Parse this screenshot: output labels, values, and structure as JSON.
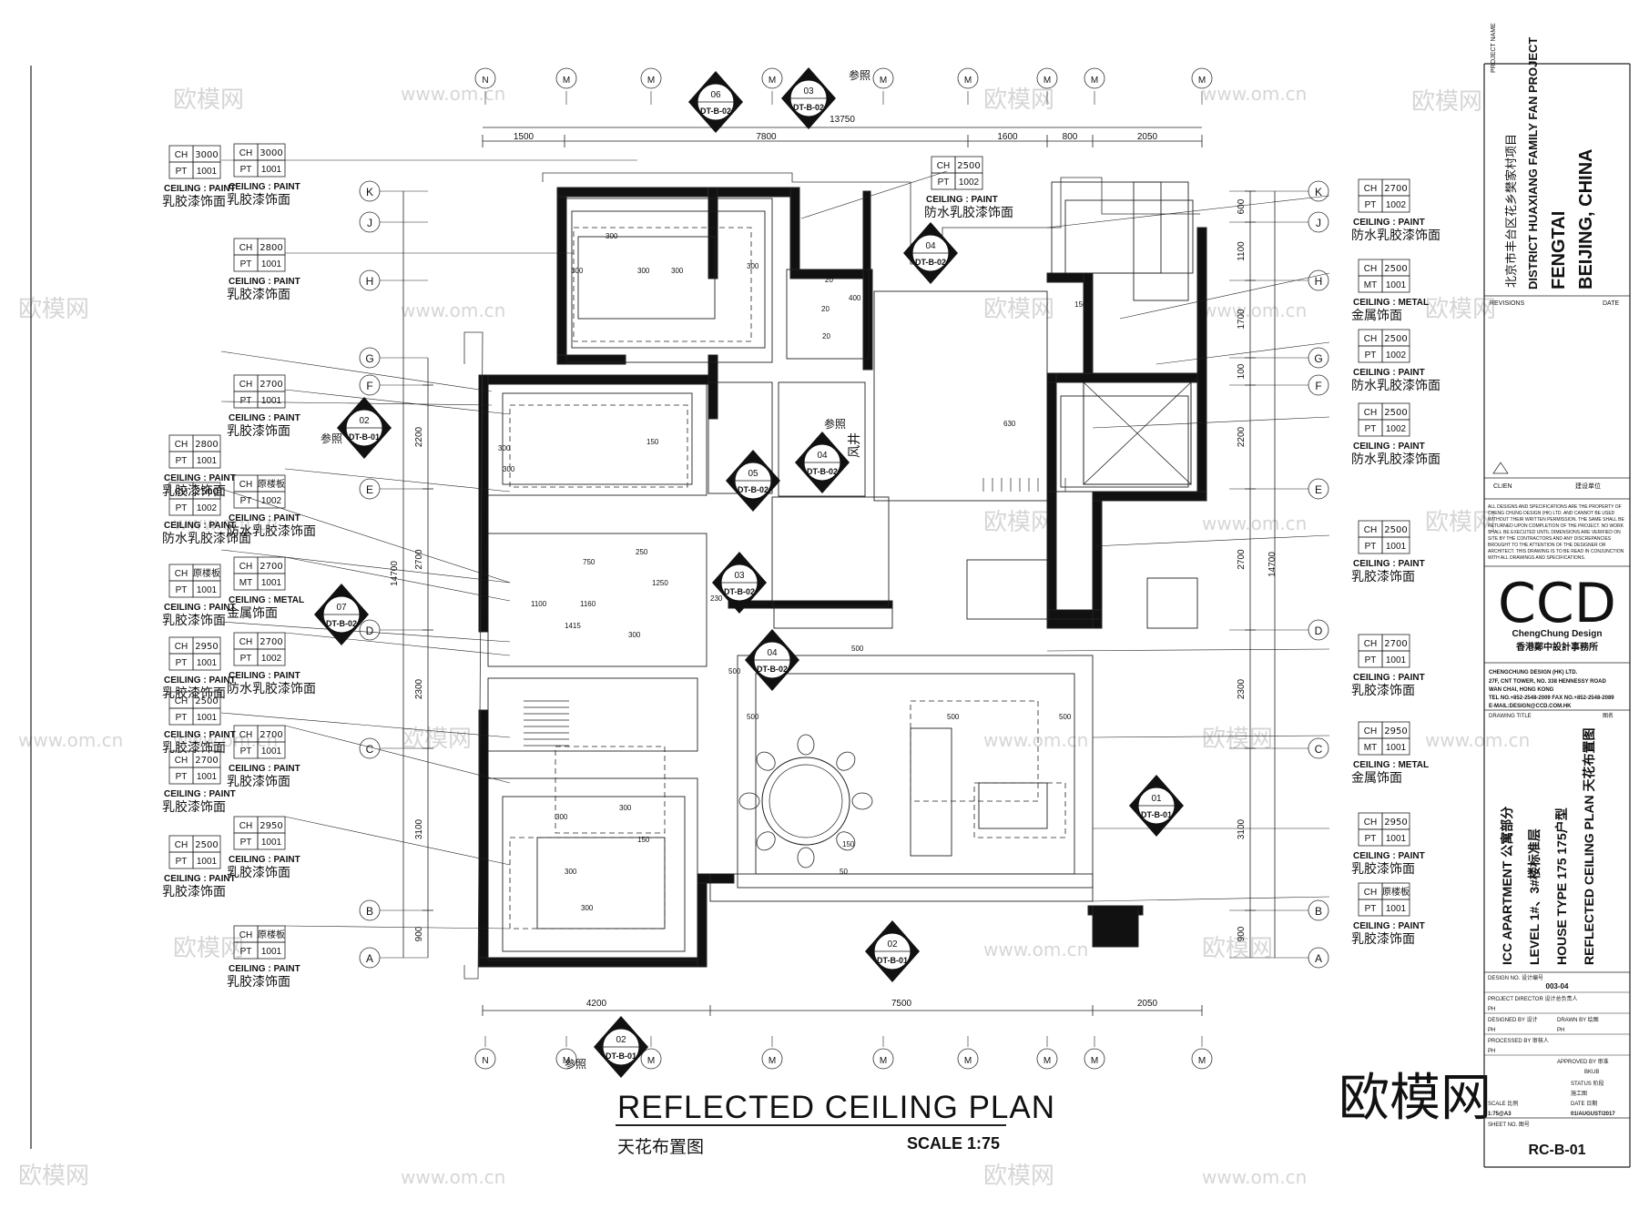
{
  "title": {
    "main": "REFLECTED  CEILING  PLAN",
    "sub": "天花布置图",
    "scale": "SCALE 1:75",
    "ref_note": "参照"
  },
  "grid": {
    "top_labels": [
      "N",
      "M",
      "M",
      "M",
      "M",
      "M",
      "M",
      "M",
      "M"
    ],
    "left_labels": [
      "K",
      "J",
      "H",
      "G",
      "F",
      "E",
      "D",
      "C",
      "B",
      "A"
    ],
    "right_labels": [
      "K",
      "J",
      "H",
      "G",
      "F",
      "E",
      "D",
      "C",
      "B",
      "A"
    ]
  },
  "dimensions": {
    "top_segments": [
      "1500",
      "7800",
      "1600",
      "800",
      "2050"
    ],
    "top_total": "13750",
    "bottom_segments": [
      "4200",
      "7500",
      "2050"
    ],
    "left_segments": [
      "2200",
      "2700",
      "2300",
      "3100",
      "900"
    ],
    "left_total": "14700",
    "right_segments": [
      "600",
      "1100",
      "1700",
      "100",
      "2200",
      "2700",
      "2300",
      "3100",
      "900"
    ],
    "right_total": "14700"
  },
  "left_tags": [
    {
      "ch": "3000",
      "pt_code": "PT",
      "pt": "1001",
      "ceiling": "CEILING : PAINT",
      "desc": "乳胶漆饰面"
    },
    {
      "ch": "2800",
      "pt_code": "PT",
      "pt": "1001",
      "ceiling": "CEILING : PAINT",
      "desc": "乳胶漆饰面"
    },
    {
      "ch": "2500",
      "pt_code": "PT",
      "pt": "1002",
      "ceiling": "CEILING : PAINT",
      "desc": "防水乳胶漆饰面",
      "extra": "CH 原楼板"
    },
    {
      "ch": "原楼板",
      "pt_code": "PT",
      "pt": "1001",
      "ceiling": "CEILING : PAINT",
      "desc": "乳胶漆饰面"
    },
    {
      "ch": "2950",
      "pt_code": "PT",
      "pt": "1001",
      "ceiling": "CEILING : PAINT",
      "desc": "乳胶漆饰面"
    },
    {
      "ch": "2500",
      "pt_code": "PT",
      "pt": "1001",
      "ceiling": "CEILING : PAINT",
      "desc": "乳胶漆饰面"
    },
    {
      "ch": "2700",
      "pt_code": "PT",
      "pt": "1001",
      "ceiling": "CEILING : PAINT",
      "desc": "乳胶漆饰面"
    },
    {
      "ch": "2500",
      "pt_code": "PT",
      "pt": "1001",
      "ceiling": "CEILING : PAINT",
      "desc": "乳胶漆饰面"
    }
  ],
  "mid_tags": [
    {
      "ch": "2700",
      "pt_code": "PT",
      "pt": "1001",
      "ceiling": "CEILING : PAINT",
      "desc": "乳胶漆饰面"
    },
    {
      "ch": "原楼板",
      "pt_code": "PT",
      "pt": "1002",
      "ceiling": "CEILING : PAINT",
      "desc": "防水乳胶漆饰面"
    },
    {
      "ch": "2700",
      "pt_code": "MT",
      "pt": "1001",
      "ceiling": "CEILING : METAL",
      "desc": "金属饰面"
    },
    {
      "ch": "2700",
      "pt_code": "PT",
      "pt": "1002",
      "ceiling": "CEILING : PAINT",
      "desc": "防水乳胶漆饰面"
    },
    {
      "ch": "2700",
      "pt_code": "PT",
      "pt": "1001",
      "ceiling": "CEILING : PAINT",
      "desc": "乳胶漆饰面"
    },
    {
      "ch": "2950",
      "pt_code": "PT",
      "pt": "1001",
      "ceiling": "CEILING : PAINT",
      "desc": "乳胶漆饰面"
    },
    {
      "ch": "原楼板",
      "pt_code": "PT",
      "pt": "1001",
      "ceiling": "CEILING : PAINT",
      "desc": "乳胶漆饰面"
    }
  ],
  "top_tag": {
    "ch": "2500",
    "pt_code": "PT",
    "pt": "1002",
    "ceiling": "CEILING : PAINT",
    "desc": "防水乳胶漆饰面"
  },
  "right_tags": [
    {
      "ch": "2700",
      "pt_code": "PT",
      "pt": "1002",
      "ceiling": "CEILING : PAINT",
      "desc": "防水乳胶漆饰面"
    },
    {
      "ch": "2500",
      "pt_code": "MT",
      "pt": "1001",
      "ceiling": "CEILING : METAL",
      "desc": "金属饰面"
    },
    {
      "ch": "2500",
      "pt_code": "PT",
      "pt": "1002",
      "ceiling": "CEILING : PAINT",
      "desc": "防水乳胶漆饰面"
    },
    {
      "ch": "2500",
      "pt_code": "PT",
      "pt": "1002",
      "ceiling": "CEILING : PAINT",
      "desc": "防水乳胶漆饰面"
    },
    {
      "ch": "2500",
      "pt_code": "PT",
      "pt": "1001",
      "ceiling": "CEILING : PAINT",
      "desc": "乳胶漆饰面"
    },
    {
      "ch": "2700",
      "pt_code": "PT",
      "pt": "1001",
      "ceiling": "CEILING : PAINT",
      "desc": "乳胶漆饰面"
    },
    {
      "ch": "2950",
      "pt_code": "MT",
      "pt": "1001",
      "ceiling": "CEILING : METAL",
      "desc": "金属饰面"
    },
    {
      "ch": "2950",
      "pt_code": "PT",
      "pt": "1001",
      "ceiling": "CEILING : PAINT",
      "desc": "乳胶漆饰面"
    },
    {
      "ch": "原楼板",
      "pt_code": "PT",
      "pt": "1001",
      "ceiling": "CEILING : PAINT",
      "desc": "乳胶漆饰面"
    }
  ],
  "section_marks": [
    {
      "num": "06",
      "ref": "DT-B-02"
    },
    {
      "num": "03",
      "ref": "DT-B-02"
    },
    {
      "num": "04",
      "ref": "DT-B-02"
    },
    {
      "num": "02",
      "ref": "DT-B-01"
    },
    {
      "num": "05",
      "ref": "DT-B-02"
    },
    {
      "num": "04",
      "ref": "DT-B-02"
    },
    {
      "num": "03",
      "ref": "DT-B-02"
    },
    {
      "num": "07",
      "ref": "DT-B-02"
    },
    {
      "num": "04",
      "ref": "DT-B-02"
    },
    {
      "num": "01",
      "ref": "DT-B-01"
    },
    {
      "num": "02",
      "ref": "DT-B-01"
    },
    {
      "num": "02",
      "ref": "DT-B-01"
    }
  ],
  "room_labels": {
    "shaft": "风井"
  },
  "title_block": {
    "project_name_label": "PROJECT NAME",
    "project_cn": "北京市丰台区花乡樊家村项目",
    "project_en": "DISTRICT HUAXIANG FAMILY FAN PROJECT",
    "city1": "FENGTAI",
    "city2": "BEIJING, CHINA",
    "revisions": "REVISIONS",
    "date": "DATE",
    "client": "CLIEN",
    "client_cn": "建设单位",
    "disclaimer": "ALL DESIGNS AND SPECIFICATIONS ARE THE PROPERTY OF CHENG CHUNG DESIGN (HK) LTD. AND CANNOT BE USED WITHOUT THEIR WRITTEN PERMISSION. THE SAME SHALL BE RETURNED UPON COMPLETION OF THE PROJECT. NO WORK SHALL BE EXECUTED UNTIL DIMENSIONS ARE VERIFIED ON SITE BY THE CONTRACTORS AND ANY DISCREPANCIES BROUGHT TO THE ATTENTION OF THE DESIGNER OR ARCHITECT. THIS DRAWING IS TO BE READ IN CONJUNCTION WITH ALL DRAWINGS AND SPECIFICATIONS.",
    "logo": "CCD",
    "logo_sub": "ChengChung Design",
    "logo_cn": "香港鄭中設計事務所",
    "company": "CHENGCHUNG DESIGN (HK) LTD.",
    "addr1": "27F, CNT TOWER, NO. 338 HENNESSY ROAD",
    "addr2": "WAN CHAI, HONG KONG",
    "tel": "TEL NO.+852-2548-2009   FAX NO.+852-2548-2089",
    "email": "E-MAIL:DESIGN@CCD.COM.HK",
    "drawing_title_label": "DRAWING TITLE",
    "drawing_title_cn": "图名",
    "dt_line1": "ICC APARTMENT   公寓部分",
    "dt_line2": "LEVEL   1#、3#楼标准层",
    "dt_line3": "HOUSE TYPE 175     175户型",
    "dt_line4": "REFLECTED  CEILING  PLAN  天花布置图",
    "design_no_label": "DESIGN NO. 设计编号",
    "design_no": "003-04",
    "project_director": "PROJECT DIRECTOR  设计总负责人",
    "pd_value": "PH",
    "designed_by": "DESIGNED BY  设计",
    "drawn_by": "DRAWN BY  绘图",
    "db_value": "PH",
    "drawn_value": "PH",
    "processed_by": "PROCESSED BY  审核人",
    "pb_value": "PH",
    "approved_by": "APPROVED BY  审准",
    "ab_value": "BKUB",
    "status_label": "STATUS  阶段",
    "status_value": "施工图",
    "scale_label": "SCALE  比例",
    "scale_value": "1:75@A3",
    "date_label": "DATE  日期",
    "date_value": "01/AUGUST/2017",
    "sheet_no_label": "SHEET NO.  图号",
    "sheet_no": "RC-B-01"
  },
  "watermarks": {
    "brand": "欧模网",
    "url": "www.om.cn",
    "corner": "欧模网"
  }
}
